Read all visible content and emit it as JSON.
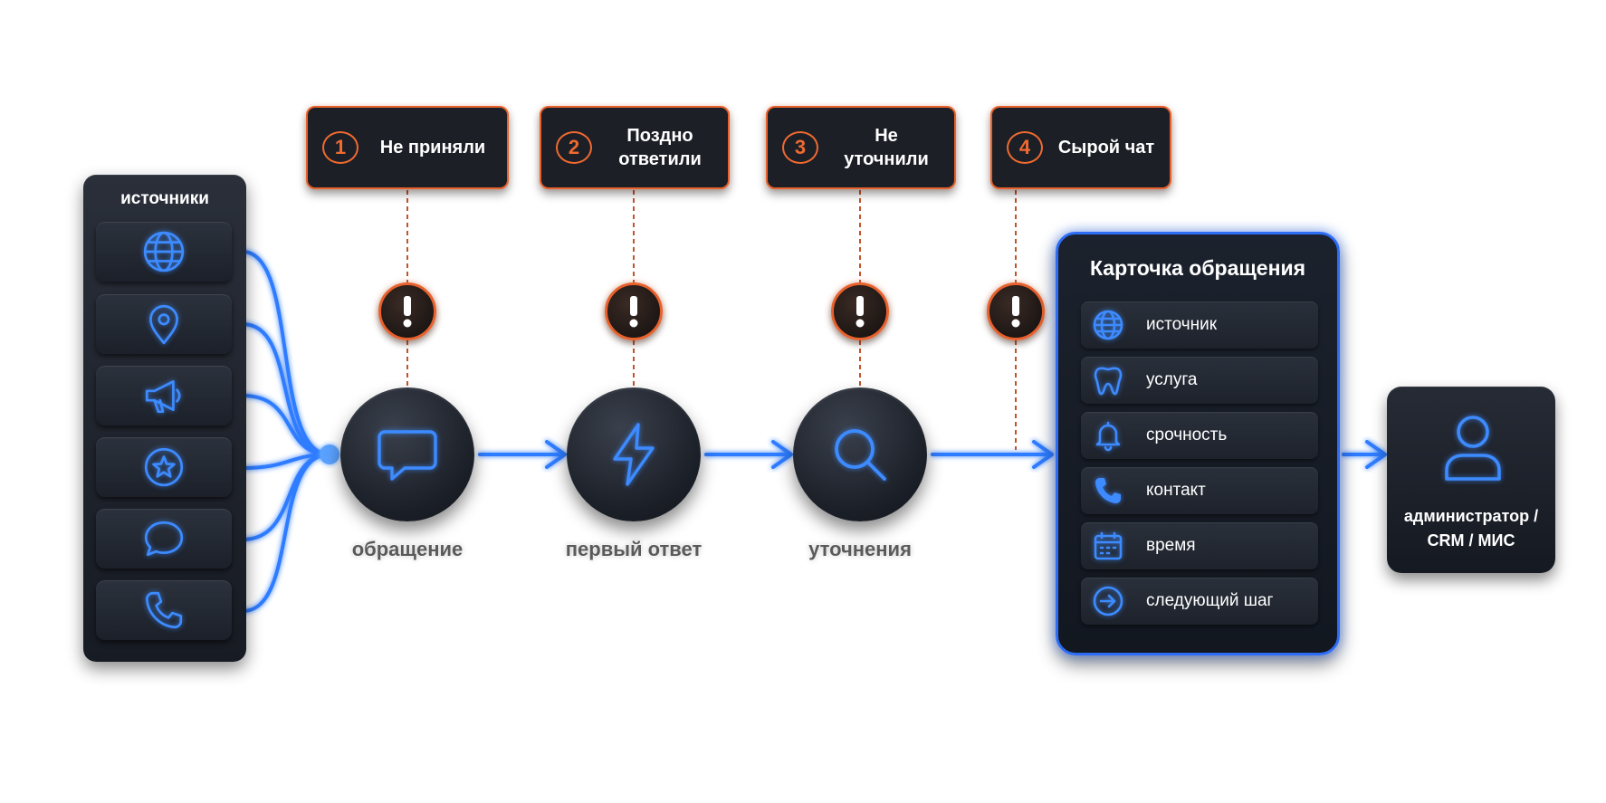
{
  "sources": {
    "title": "источники",
    "items": [
      {
        "icon": "globe-icon"
      },
      {
        "icon": "map-pin-icon"
      },
      {
        "icon": "megaphone-icon"
      },
      {
        "icon": "star-icon"
      },
      {
        "icon": "chat-bubble-icon"
      },
      {
        "icon": "phone-icon"
      }
    ]
  },
  "issues": [
    {
      "number": "1",
      "text": "Не приняли"
    },
    {
      "number": "2",
      "text": "Поздно ответили"
    },
    {
      "number": "3",
      "text": "Не уточнили"
    },
    {
      "number": "4",
      "text": "Сырой чат"
    }
  ],
  "stages": [
    {
      "label": "обращение",
      "icon": "message-icon"
    },
    {
      "label": "первый ответ",
      "icon": "lightning-icon"
    },
    {
      "label": "уточнения",
      "icon": "search-icon"
    }
  ],
  "card": {
    "title": "Карточка обращения",
    "rows": [
      {
        "label": "источник",
        "icon": "globe-icon"
      },
      {
        "label": "услуга",
        "icon": "tooth-icon"
      },
      {
        "label": "срочность",
        "icon": "bell-icon"
      },
      {
        "label": "контакт",
        "icon": "phone-icon"
      },
      {
        "label": "время",
        "icon": "calendar-icon"
      },
      {
        "label": "следующий шаг",
        "icon": "arrow-circle-icon"
      }
    ]
  },
  "admin": {
    "line1": "администратор /",
    "line2": "CRM / МИС",
    "icon": "user-icon"
  },
  "colors": {
    "accent_blue": "#3d8bff",
    "alert_orange": "#e8612c",
    "panel_dark": "#1a1e26"
  }
}
